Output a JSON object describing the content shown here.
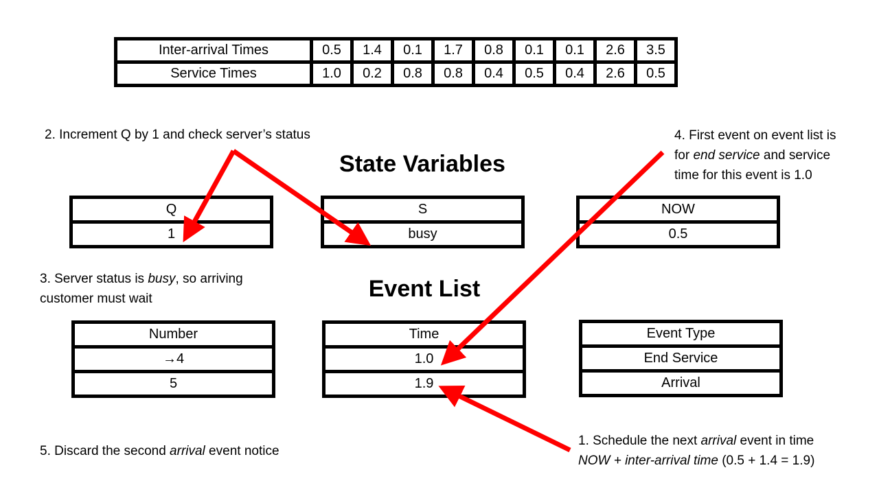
{
  "top_table": {
    "rows": [
      {
        "label": "Inter-arrival Times",
        "values": [
          "0.5",
          "1.4",
          "0.1",
          "1.7",
          "0.8",
          "0.1",
          "0.1",
          "2.6",
          "3.5"
        ]
      },
      {
        "label": "Service Times",
        "values": [
          "1.0",
          "0.2",
          "0.8",
          "0.8",
          "0.4",
          "0.5",
          "0.4",
          "2.6",
          "0.5"
        ]
      }
    ]
  },
  "headings": {
    "state_variables": "State Variables",
    "event_list": "Event List"
  },
  "state_boxes": {
    "q": {
      "header": "Q",
      "value": "1"
    },
    "s": {
      "header": "S",
      "value": "busy"
    },
    "now": {
      "header": "NOW",
      "value": "0.5"
    }
  },
  "event_boxes": {
    "number": {
      "header": "Number",
      "rows": [
        "→4",
        "5"
      ]
    },
    "time": {
      "header": "Time",
      "rows": [
        "1.0",
        "1.9"
      ]
    },
    "event_type": {
      "header": "Event Type",
      "rows": [
        "End Service",
        "Arrival"
      ]
    }
  },
  "notes": {
    "n1_a": "1. Schedule the next ",
    "n1_b": "arrival",
    "n1_c": " event in time",
    "n1_d": "NOW + inter-arrival time",
    "n1_e": " (0.5 + 1.4 = 1.9)",
    "n2": "2. Increment Q by 1 and check server’s status",
    "n3_a": "3. Server status is ",
    "n3_b": "busy",
    "n3_c": ", so arriving",
    "n3_d": "customer must wait",
    "n4_a": "4. First event on event list is",
    "n4_b": "for ",
    "n4_c": "end service",
    "n4_d": " and service",
    "n4_e": "time for this event is 1.0",
    "n5_a": "5. Discard the second ",
    "n5_b": "arrival",
    "n5_c": " event notice"
  },
  "colors": {
    "arrow": "#ff0000"
  }
}
